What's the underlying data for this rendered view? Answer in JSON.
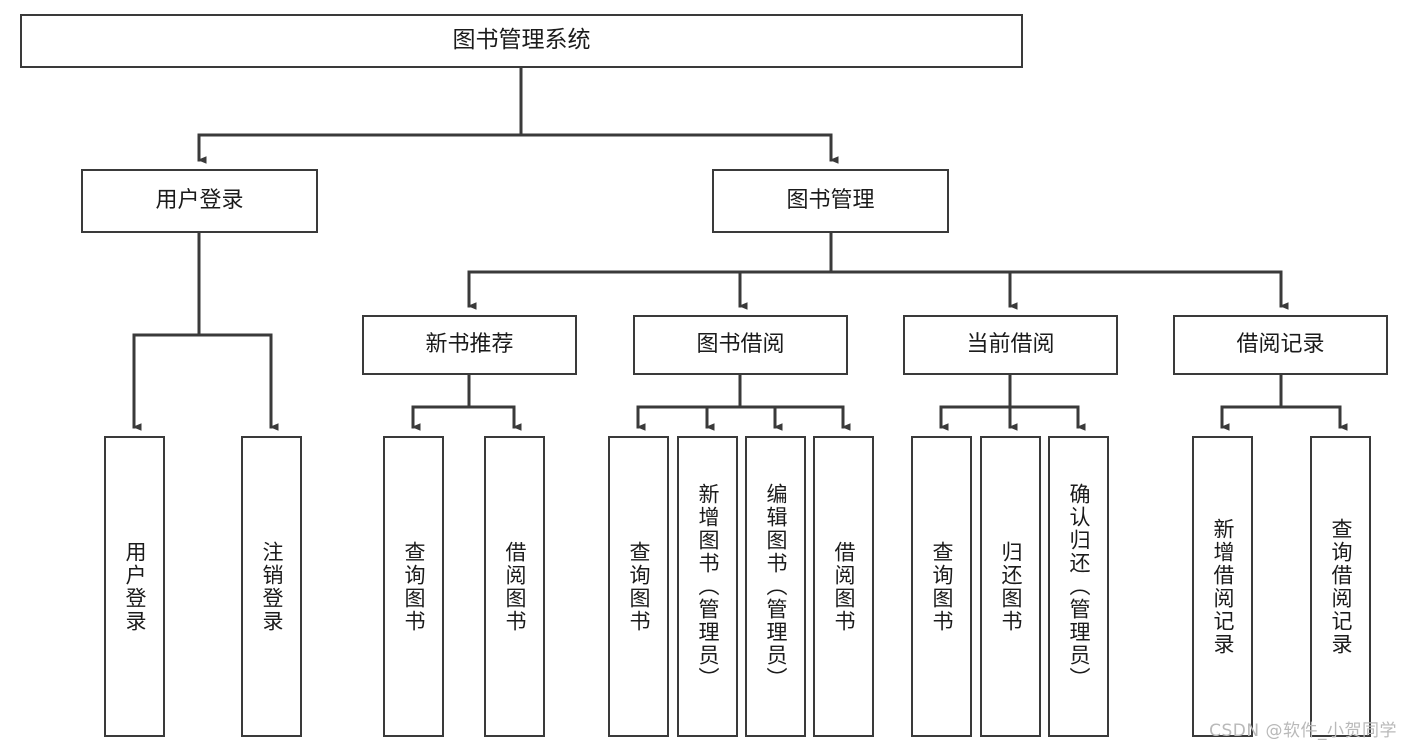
{
  "diagram": {
    "title": "图书管理系统",
    "type": "tree",
    "watermark": "CSDN @软件_小贺同学",
    "colors": {
      "node_border": "#3a3a3a",
      "node_fill": "#ffffff",
      "edge": "#3a3a3a",
      "text": "#1b1b1b",
      "watermark": "#b9b9b9"
    },
    "nodes": {
      "root": {
        "label": "图书管理系统"
      },
      "level2": [
        {
          "id": "user-login",
          "label": "用户登录"
        },
        {
          "id": "book-manage",
          "label": "图书管理"
        }
      ],
      "level3": [
        {
          "id": "new-book-rec",
          "label": "新书推荐"
        },
        {
          "id": "book-borrow",
          "label": "图书借阅"
        },
        {
          "id": "current-borrow",
          "label": "当前借阅"
        },
        {
          "id": "borrow-record",
          "label": "借阅记录"
        }
      ],
      "leaves": {
        "user_login": [
          {
            "id": "leaf-user-login",
            "label": "用户登录"
          },
          {
            "id": "leaf-user-logout",
            "label": "注销登录"
          }
        ],
        "new_book_rec": [
          {
            "id": "leaf-query-book-1",
            "label": "查询图书"
          },
          {
            "id": "leaf-borrow-book-1",
            "label": "借阅图书"
          }
        ],
        "book_borrow": [
          {
            "id": "leaf-query-book-2",
            "label": "查询图书"
          },
          {
            "id": "leaf-add-book",
            "label": "新增图书（管理员）"
          },
          {
            "id": "leaf-edit-book",
            "label": "编辑图书（管理员）"
          },
          {
            "id": "leaf-borrow-book-2",
            "label": "借阅图书"
          }
        ],
        "current_borrow": [
          {
            "id": "leaf-query-book-3",
            "label": "查询图书"
          },
          {
            "id": "leaf-return-book",
            "label": "归还图书"
          },
          {
            "id": "leaf-confirm-return",
            "label": "确认归还（管理员）"
          }
        ],
        "borrow_record": [
          {
            "id": "leaf-add-record",
            "label": "新增借阅记录"
          },
          {
            "id": "leaf-query-record",
            "label": "查询借阅记录"
          }
        ]
      }
    }
  }
}
